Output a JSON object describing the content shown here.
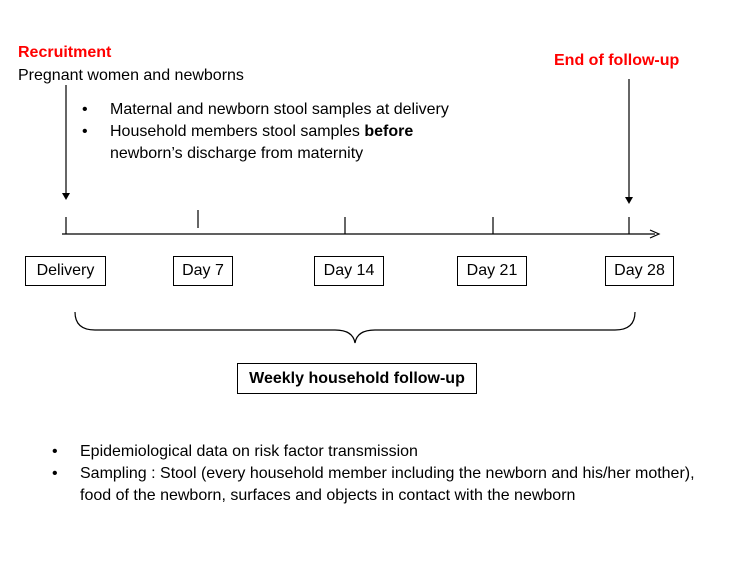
{
  "recruitment": {
    "title": "Recruitment",
    "subtitle": "Pregnant women and newborns"
  },
  "end_label": "End of follow-up",
  "delivery_bullets": {
    "item1": "Maternal and newborn stool samples at delivery",
    "item2_pre": "Household members stool samples ",
    "item2_bold": "before",
    "item2_post": "newborn’s discharge from maternity"
  },
  "timeline": {
    "days": [
      "Delivery",
      "Day 7",
      "Day 14",
      "Day 21",
      "Day 28"
    ]
  },
  "followup_label": "Weekly household follow-up",
  "followup_bullets": {
    "item1": "Epidemiological data on risk factor transmission",
    "item2": "Sampling : Stool (every household member including the newborn and his/her mother), food of the newborn, surfaces and objects in contact with the newborn"
  },
  "colors": {
    "highlight": "#ff0000",
    "line": "#000000"
  }
}
